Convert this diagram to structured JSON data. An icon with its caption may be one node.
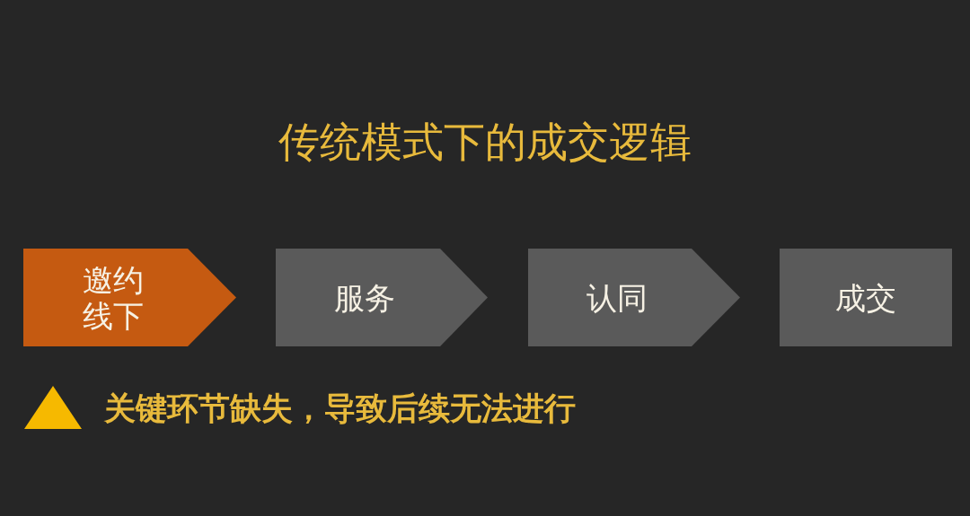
{
  "diagram": {
    "title": "传统模式下的成交逻辑",
    "nodes": [
      {
        "text": [
          "邀约线下"
        ]
      },
      {
        "text": [
          "服务"
        ]
      },
      {
        "text": [
          "认同"
        ]
      },
      {
        "text": [
          "成交"
        ]
      }
    ],
    "labels": [
      "关键环节缺失，导致后续无法进行"
    ]
  }
}
